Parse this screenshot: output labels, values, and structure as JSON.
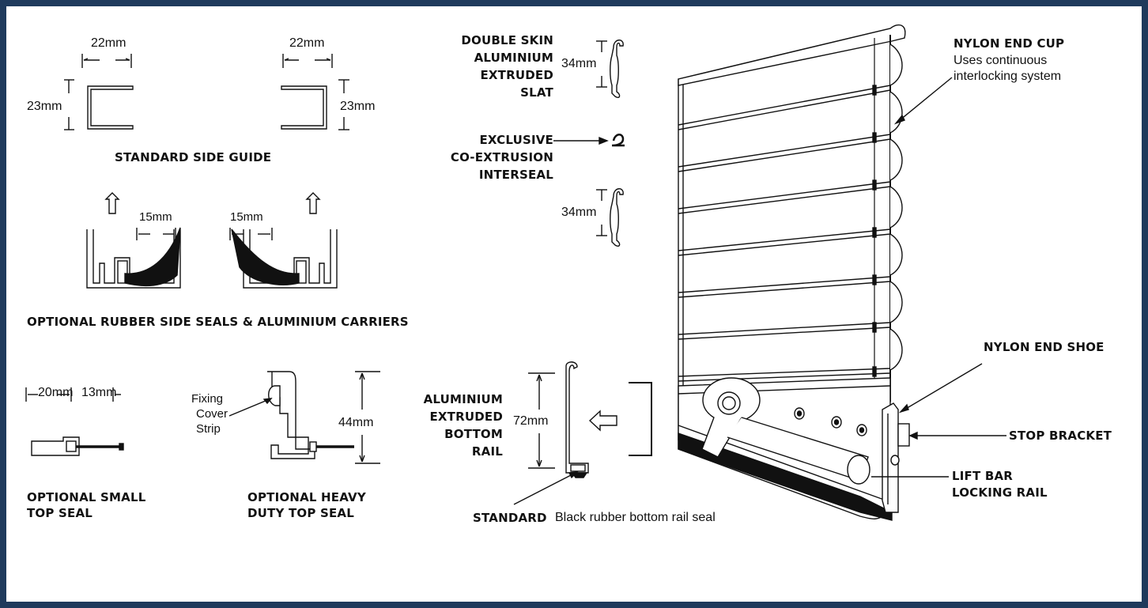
{
  "side_guide": {
    "width_left": "22mm",
    "width_right": "22mm",
    "height_left": "23mm",
    "height_right": "23mm",
    "title": "STANDARD SIDE GUIDE"
  },
  "side_seals": {
    "dim_left": "15mm",
    "dim_right": "15mm",
    "title": "OPTIONAL RUBBER SIDE SEALS & ALUMINIUM CARRIERS"
  },
  "small_top_seal": {
    "dim_a": "20mm",
    "dim_b": "13mm",
    "title_line1": "OPTIONAL SMALL",
    "title_line2": "TOP SEAL"
  },
  "heavy_top_seal": {
    "fixing_line1": "Fixing",
    "fixing_line2": "Cover",
    "fixing_line3": "Strip",
    "height": "44mm",
    "title_line1": "OPTIONAL HEAVY",
    "title_line2": "DUTY TOP SEAL"
  },
  "slat": {
    "line1": "DOUBLE SKIN",
    "line2": "ALUMINIUM",
    "line3": "EXTRUDED",
    "line4": "SLAT",
    "height_top": "34mm",
    "height_bottom": "34mm"
  },
  "interseal": {
    "line1": "EXCLUSIVE",
    "line2": "CO-EXTRUSION",
    "line3": "INTERSEAL"
  },
  "bottom_rail": {
    "line1": "ALUMINIUM",
    "line2": "EXTRUDED",
    "line3": "BOTTOM",
    "line4": "RAIL",
    "height": "72mm",
    "standard_label": "STANDARD",
    "standard_desc": "Black rubber bottom rail seal"
  },
  "end_cup": {
    "title": "NYLON END CUP",
    "desc_line1": "Uses continuous",
    "desc_line2": "interlocking system"
  },
  "end_shoe": {
    "title": "NYLON END SHOE"
  },
  "stop_bracket": {
    "title": "STOP BRACKET"
  },
  "lift_bar": {
    "line1": "LIFT BAR",
    "line2": "LOCKING RAIL"
  },
  "colors": {
    "frame": "#1f3a5c",
    "ink": "#111111"
  }
}
